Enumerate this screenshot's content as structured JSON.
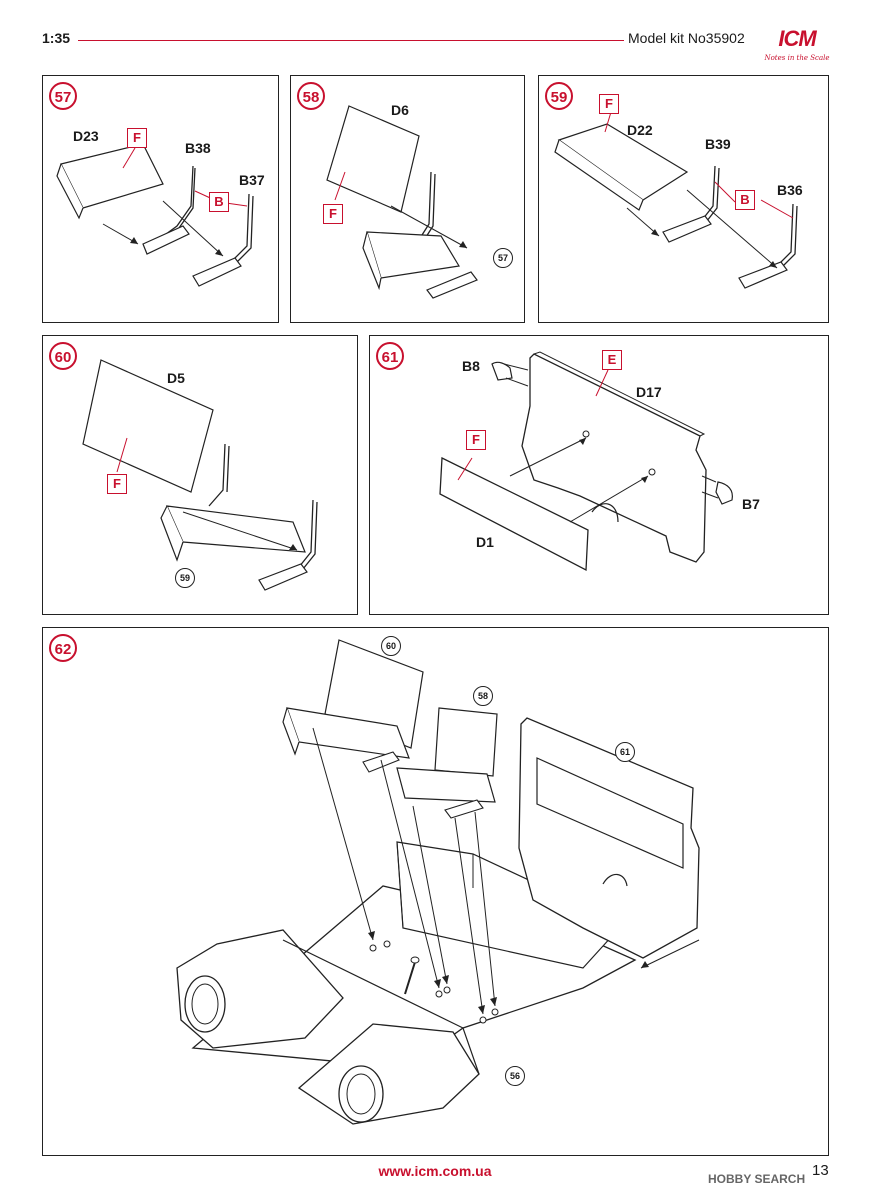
{
  "header": {
    "scale": "1:35",
    "kit": "Model kit No35902",
    "logo": "ICM",
    "logo_tagline": "Notes in the Scale"
  },
  "steps": {
    "s57": {
      "number": "57",
      "parts": [
        "D23",
        "B38",
        "B37"
      ],
      "colors": [
        "F",
        "B"
      ]
    },
    "s58": {
      "number": "58",
      "parts": [
        "D6"
      ],
      "colors": [
        "F"
      ],
      "ref": "57"
    },
    "s59": {
      "number": "59",
      "parts": [
        "D22",
        "B39",
        "B36"
      ],
      "colors": [
        "F",
        "B"
      ]
    },
    "s60": {
      "number": "60",
      "parts": [
        "D5"
      ],
      "colors": [
        "F"
      ],
      "ref": "59"
    },
    "s61": {
      "number": "61",
      "parts": [
        "B8",
        "D17",
        "B7",
        "D1"
      ],
      "colors": [
        "E",
        "F"
      ]
    },
    "s62": {
      "number": "62",
      "refs": [
        "60",
        "58",
        "61",
        "56"
      ]
    }
  },
  "footer": {
    "url": "www.icm.com.ua",
    "page": "13",
    "watermark": "HOBBY SEARCH"
  },
  "colors": {
    "accent": "#c8102e",
    "line": "#222222"
  }
}
